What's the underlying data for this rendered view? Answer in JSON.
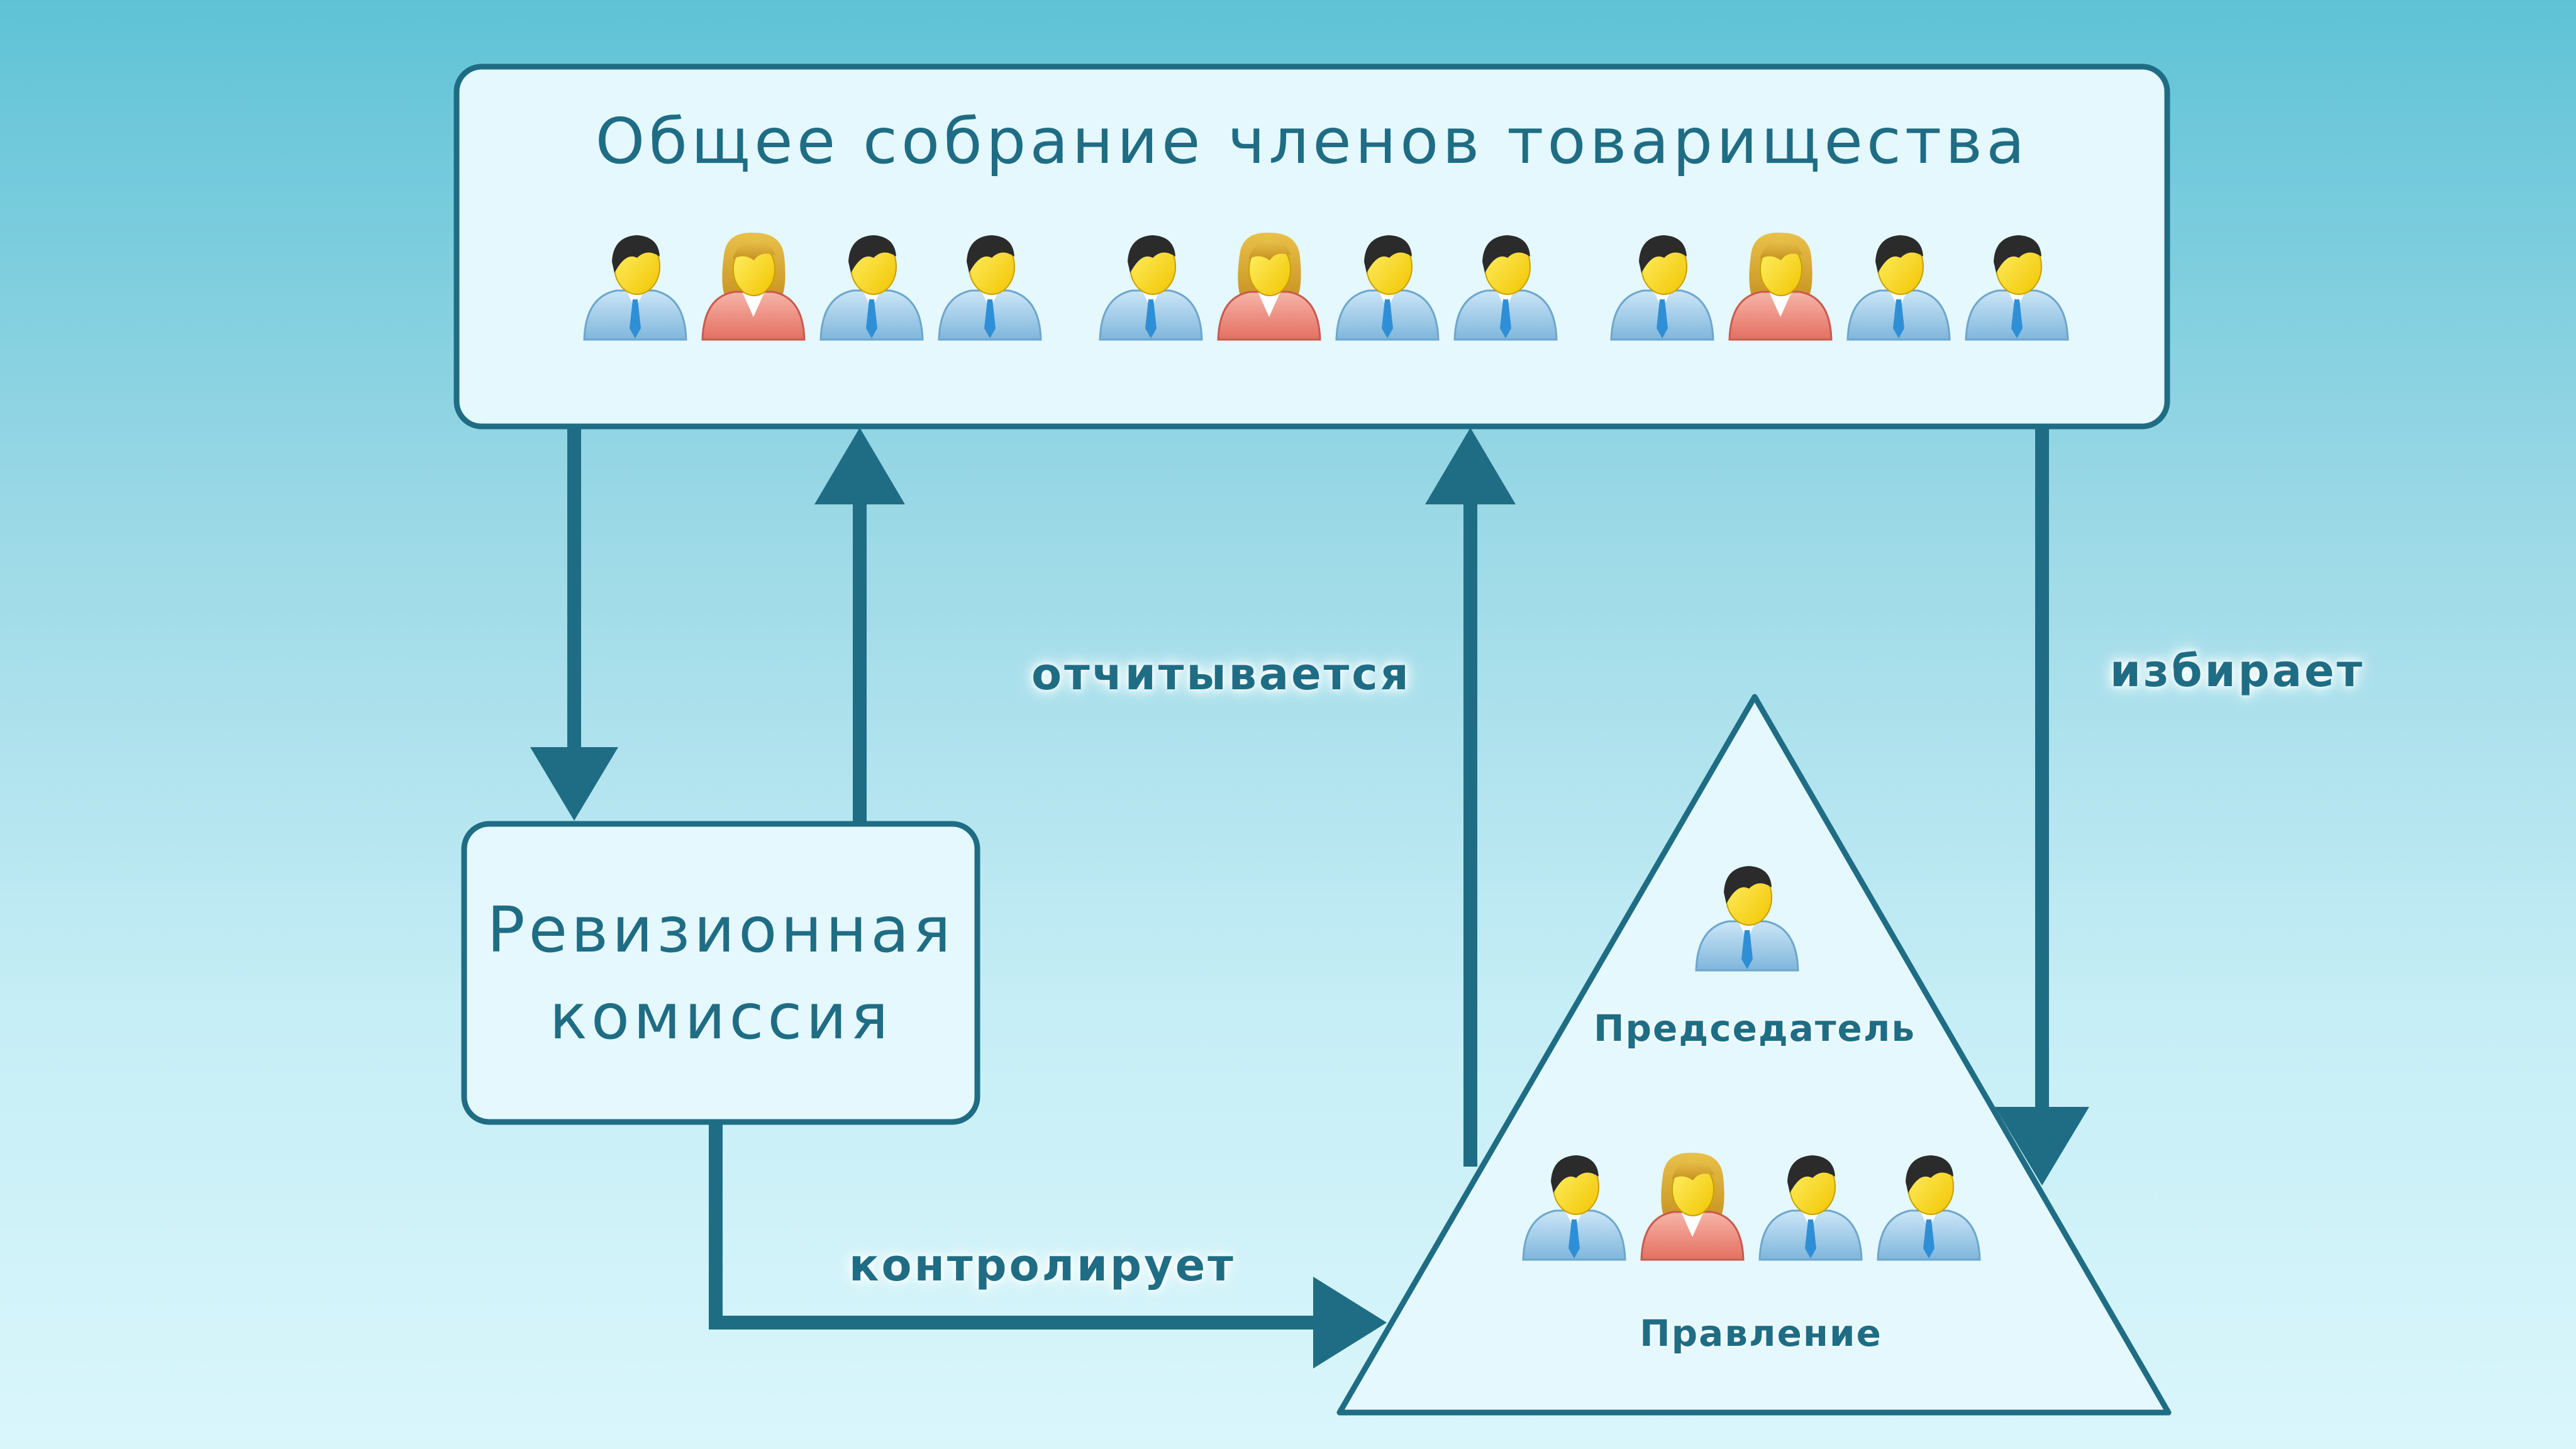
{
  "diagram": {
    "assembly": {
      "title": "Общее собрание членов товарищества",
      "members": [
        "male",
        "female",
        "male",
        "male",
        "male",
        "female",
        "male",
        "male",
        "male",
        "female",
        "male",
        "male"
      ]
    },
    "audit_commission": {
      "label": "Ревизионная\nкомиссия"
    },
    "board": {
      "chairman_label": "Председатель",
      "board_label": "Правление",
      "members": [
        "male",
        "female",
        "male",
        "male"
      ]
    },
    "edges": {
      "reports": "отчитывается",
      "elects": "избирает",
      "controls": "контролирует"
    },
    "icons": {
      "male": "male-person-icon",
      "female": "female-person-icon"
    },
    "colors": {
      "stroke": "#1f6d84",
      "box_fill": "#e4f8fd",
      "text": "#1f6d84"
    }
  }
}
